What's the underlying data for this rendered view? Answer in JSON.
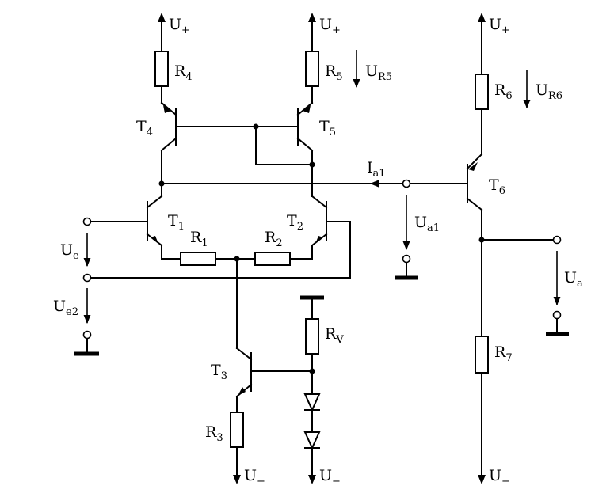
{
  "supply": {
    "pos": "U",
    "pos_sub": "+",
    "neg": "U",
    "neg_sub": "−"
  },
  "components": {
    "R4": {
      "main": "R",
      "sub": "4"
    },
    "R5": {
      "main": "R",
      "sub": "5"
    },
    "R6": {
      "main": "R",
      "sub": "6"
    },
    "R1": {
      "main": "R",
      "sub": "1"
    },
    "R2": {
      "main": "R",
      "sub": "2"
    },
    "R3": {
      "main": "R",
      "sub": "3"
    },
    "R7": {
      "main": "R",
      "sub": "7"
    },
    "RV": {
      "main": "R",
      "sub": "V"
    },
    "T1": {
      "main": "T",
      "sub": "1"
    },
    "T2": {
      "main": "T",
      "sub": "2"
    },
    "T3": {
      "main": "T",
      "sub": "3"
    },
    "T4": {
      "main": "T",
      "sub": "4"
    },
    "T5": {
      "main": "T",
      "sub": "5"
    },
    "T6": {
      "main": "T",
      "sub": "6"
    }
  },
  "signals": {
    "UR5": {
      "main": "U",
      "sub": "R5"
    },
    "UR6": {
      "main": "U",
      "sub": "R6"
    },
    "Ia1": {
      "main": "I",
      "sub": "a1"
    },
    "Ua1": {
      "main": "U",
      "sub": "a1"
    },
    "Ue": {
      "main": "U",
      "sub": "e"
    },
    "Ue2": {
      "main": "U",
      "sub": "e2"
    },
    "Ua": {
      "main": "U",
      "sub": "a"
    }
  }
}
